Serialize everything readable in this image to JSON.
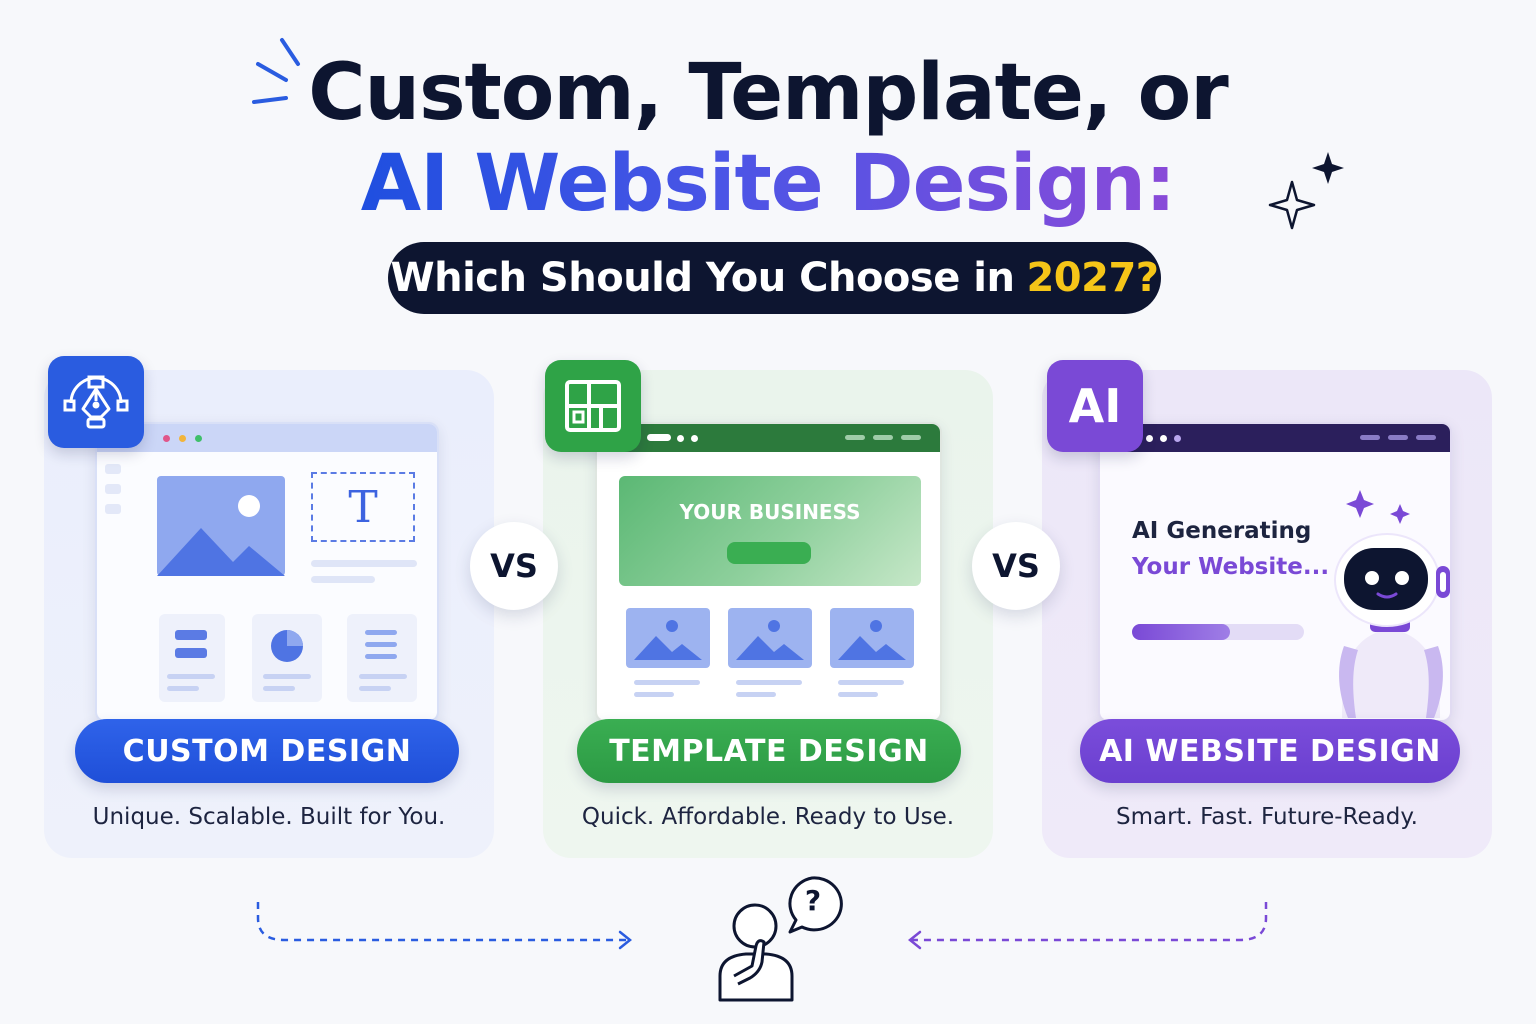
{
  "title": {
    "line1": "Custom, Template, or",
    "line2": "AI Website Design:",
    "subtitle": "Which Should You Choose in",
    "year": "2027",
    "question_mark": "?"
  },
  "cards": [
    {
      "label": "CUSTOM DESIGN",
      "tagline": "Unique. Scalable. Built for You.",
      "icon": "pen-tool-icon",
      "accent": "#2a5ce0"
    },
    {
      "label": "TEMPLATE DESIGN",
      "tagline": "Quick. Affordable. Ready to Use.",
      "icon": "layout-grid-icon",
      "accent": "#2fa347",
      "hero_text": "YOUR BUSINESS"
    },
    {
      "label": "AI WEBSITE DESIGN",
      "tagline": "Smart. Fast. Future-Ready.",
      "badge_text": "AI",
      "accent": "#7a49d6",
      "generating_line1": "AI Generating",
      "generating_line2": "Your Website...",
      "progress": 0.57
    }
  ],
  "vs": [
    "VS",
    "VS"
  ],
  "question_bubble": "?",
  "colors": {
    "dark": "#0d1530",
    "blue": "#2a5ce0",
    "green": "#2fa347",
    "purple": "#7a49d6",
    "yellow": "#f5c518"
  }
}
